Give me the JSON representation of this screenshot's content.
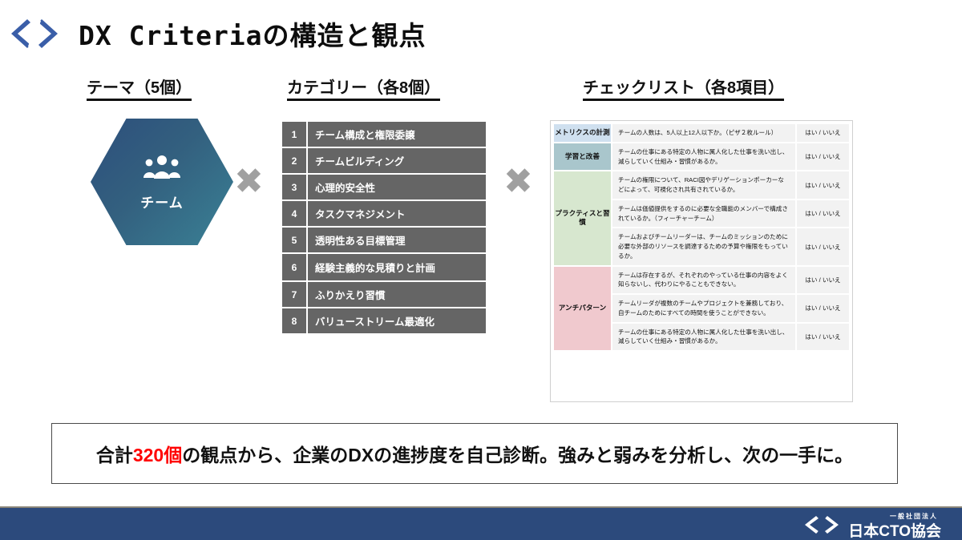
{
  "header": {
    "logo_icon": "code-brackets-logo",
    "title": "DX Criteriaの構造と観点",
    "logo_color": "#3a5ea8"
  },
  "captions": {
    "theme": "テーマ（5個）",
    "category": "カテゴリー（各8個）",
    "checklist": "チェックリスト（各8項目）"
  },
  "theme": {
    "label": "チーム",
    "icon": "people-group-icon",
    "gradient_from": "#2d4f7c",
    "gradient_to": "#3a8195"
  },
  "operators": {
    "x1": "✖",
    "x2": "✖",
    "color": "#a0a0a0"
  },
  "categories": [
    {
      "num": "1",
      "name": "チーム構成と権限委譲"
    },
    {
      "num": "2",
      "name": "チームビルディング"
    },
    {
      "num": "3",
      "name": "心理的安全性"
    },
    {
      "num": "4",
      "name": "タスクマネジメント"
    },
    {
      "num": "5",
      "name": "透明性ある目標管理"
    },
    {
      "num": "6",
      "name": "経験主義的な見積りと計画"
    },
    {
      "num": "7",
      "name": "ふりかえり習慣"
    },
    {
      "num": "8",
      "name": "バリューストリーム最適化"
    }
  ],
  "checklist": {
    "answer_label": "はい / いいえ",
    "groups": [
      {
        "label": "メトリクスの計測",
        "color": "#cfe0ef",
        "rows": [
          {
            "text": "チームの人数は、5人以上12人以下か。（ピザ２枚ルール）",
            "answer": "はい / いいえ"
          }
        ]
      },
      {
        "label": "学習と改善",
        "color": "#a9c6cc",
        "rows": [
          {
            "text": "チームの仕事にある特定の人物に属人化した仕事を洗い出し、減らしていく仕組み・習慣があるか。",
            "answer": "はい / いいえ"
          }
        ]
      },
      {
        "label": "プラクティスと習慣",
        "color": "#d7e7cf",
        "rows": [
          {
            "text": "チームの権限について、RACI図やデリゲーションポーカーなどによって、可視化され共有されているか。",
            "answer": "はい / いいえ"
          },
          {
            "text": "チームは価値提供をするのに必要な全職能のメンバーで構成されているか。（フィーチャーチーム）",
            "answer": "はい / いいえ"
          },
          {
            "text": "チームおよびチームリーダーは、チームのミッションのために必要な外部のリソースを調達するための予算や権限をもっているか。",
            "answer": "はい / いいえ"
          }
        ]
      },
      {
        "label": "アンチパターン",
        "color": "#f0c9ce",
        "rows": [
          {
            "text": "チームは存在するが、それぞれのやっている仕事の内容をよく知らないし、代わりにやることもできない。",
            "answer": "はい / いいえ"
          },
          {
            "text": "チームリーダが複数のチームやプロジェクトを兼務しており、自チームのためにすべての時間を使うことができない。",
            "answer": "はい / いいえ"
          },
          {
            "text": "チームの仕事にある特定の人物に属人化した仕事を洗い出し、減らしていく仕組み・習慣があるか。",
            "answer": "はい / いいえ"
          }
        ]
      }
    ]
  },
  "callout": {
    "before": "合計",
    "highlight": "320個",
    "after": "の観点から、企業のDXの進捗度を自己診断。強みと弱みを分析し、次の一手に。",
    "highlight_color": "#ff0000"
  },
  "footer": {
    "logo_icon": "code-brackets-logo",
    "subtitle": "一般社団法人",
    "org_name": "日本CTO協会",
    "background": "#2c4a7c"
  }
}
